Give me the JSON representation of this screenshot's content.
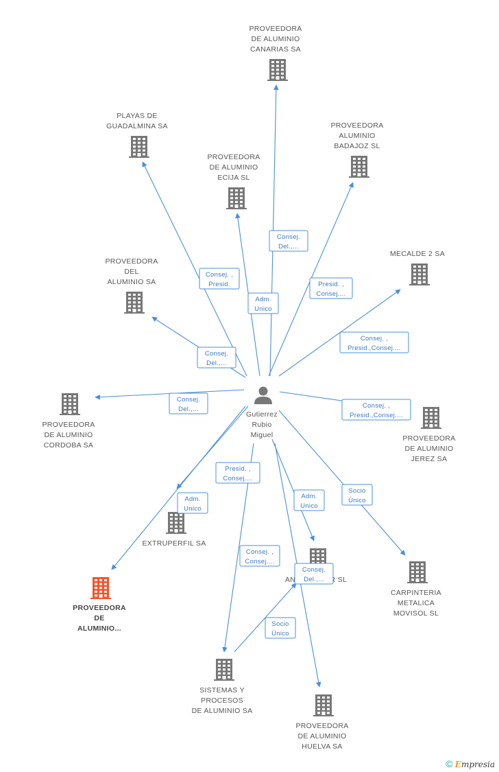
{
  "person": {
    "name_lines": [
      "Gutierrez",
      "Rubio",
      "Miguel"
    ]
  },
  "colors": {
    "building": "#777777",
    "building_highlight": "#f0562a",
    "edge": "#4a8fd8",
    "label": "#3a78c2"
  },
  "companies": [
    {
      "id": "canarias",
      "lines": [
        "PROVEEDORA",
        "DE ALUMINIO",
        "CANARIAS SA"
      ],
      "highlight": false
    },
    {
      "id": "playas",
      "lines": [
        "PLAYAS DE",
        "GUADALMINA SA"
      ],
      "highlight": false
    },
    {
      "id": "badajoz",
      "lines": [
        "PROVEEDORA",
        "ALUMINIO",
        "BADAJOZ SL"
      ],
      "highlight": false
    },
    {
      "id": "ecija",
      "lines": [
        "PROVEEDORA",
        "DE ALUMINIO",
        "ECIJA SL"
      ],
      "highlight": false
    },
    {
      "id": "mecalde",
      "lines": [
        "MECALDE 2 SA"
      ],
      "highlight": false
    },
    {
      "id": "del",
      "lines": [
        "PROVEEDORA",
        "DEL",
        "ALUMINIO SA"
      ],
      "highlight": false
    },
    {
      "id": "cordoba",
      "lines": [
        "PROVEEDORA",
        "DE ALUMINIO",
        "CORDOBA SA"
      ],
      "highlight": false
    },
    {
      "id": "jerez",
      "lines": [
        "PROVEEDORA",
        "DE ALUMINIO",
        "JEREZ SA"
      ],
      "highlight": false
    },
    {
      "id": "extruperfil",
      "lines": [
        "EXTRUPERFIL SA"
      ],
      "highlight": false
    },
    {
      "id": "anodicolor",
      "lines": [
        "ANODICOLOR SL"
      ],
      "highlight": false
    },
    {
      "id": "carpinteria",
      "lines": [
        "CARPINTERIA",
        "METALICA",
        "MOVISOL SL"
      ],
      "highlight": false
    },
    {
      "id": "aluminio",
      "lines": [
        "PROVEEDORA",
        "DE",
        "ALUMINIO..."
      ],
      "highlight": true
    },
    {
      "id": "sistemas",
      "lines": [
        "SISTEMAS Y",
        "PROCESOS",
        "DE ALUMINIO SA"
      ],
      "highlight": false
    },
    {
      "id": "huelva",
      "lines": [
        "PROVEEDORA",
        "DE ALUMINIO",
        "HUELVA SA"
      ],
      "highlight": false
    }
  ],
  "relations": [
    {
      "target": "canarias",
      "lines": [
        "Consej.",
        "Del.,..."
      ]
    },
    {
      "target": "playas",
      "lines": [
        "Consej. ,",
        "Presid."
      ]
    },
    {
      "target": "badajoz",
      "lines": [
        "Presid. ,",
        "Consej...."
      ]
    },
    {
      "target": "ecija",
      "lines": [
        "Adm.",
        "Unico"
      ]
    },
    {
      "target": "mecalde",
      "lines": [
        "Consej. ,",
        "Presid.,Consej...."
      ]
    },
    {
      "target": "del",
      "lines": [
        "Consej.",
        "Del.,..."
      ]
    },
    {
      "target": "cordoba",
      "lines": [
        "Consej.",
        "Del.,..."
      ]
    },
    {
      "target": "jerez",
      "lines": [
        "Consej. ,",
        "Presid.,Consej...."
      ]
    },
    {
      "target": "extruperfil",
      "lines": [
        "Presid. ,",
        "Consej...."
      ]
    },
    {
      "target": "aluminio",
      "lines": [
        "Adm.",
        "Unico"
      ]
    },
    {
      "target": "anodicolor",
      "lines": [
        "Adm.",
        "Unico"
      ]
    },
    {
      "target": "carpinteria",
      "lines": [
        "Socio",
        "Único"
      ]
    },
    {
      "target": "sistemas",
      "lines": [
        "Consej. ,",
        "Consej...."
      ]
    },
    {
      "target": "huelva",
      "lines": [
        "Consej.",
        "Del.,..."
      ]
    },
    {
      "target": "anodicolor_from_sistemas",
      "lines": [
        "Socio",
        "Único"
      ]
    }
  ],
  "footer": {
    "copyright_symbol": "©",
    "brand_first": "E",
    "brand_rest": "mpresia"
  }
}
